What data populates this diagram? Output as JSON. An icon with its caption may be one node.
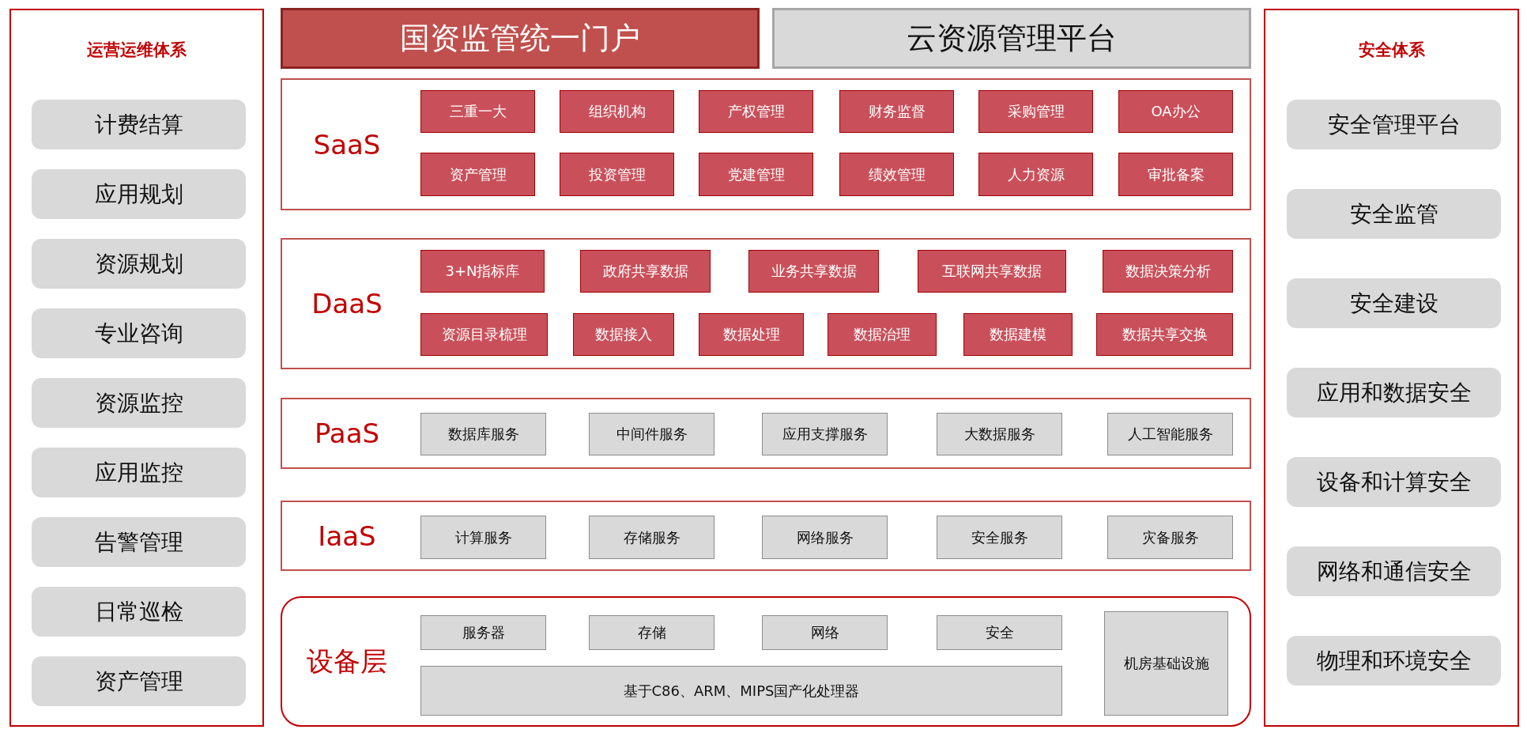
{
  "diagram": {
    "nodes": [
      {
        "text": [
          "运营运维体系"
        ]
      },
      {
        "text": [
          "计费结算"
        ],
        "in": 0
      },
      {
        "text": [
          "应用规划"
        ],
        "in": 0
      },
      {
        "text": [
          "资源规划"
        ],
        "in": 0
      },
      {
        "text": [
          "专业咨询"
        ],
        "in": 0
      },
      {
        "text": [
          "资源监控"
        ],
        "in": 0
      },
      {
        "text": [
          "应用监控"
        ],
        "in": 0
      },
      {
        "text": [
          "告警管理"
        ],
        "in": 0
      },
      {
        "text": [
          "日常巡检"
        ],
        "in": 0
      },
      {
        "text": [
          "资产管理"
        ],
        "in": 0
      },
      {
        "text": [
          "国资监管统一门户"
        ]
      },
      {
        "text": [
          "云资源管理平台"
        ]
      },
      {
        "text": [
          "SaaS"
        ]
      },
      {
        "text": [
          "三重一大"
        ],
        "in": 12
      },
      {
        "text": [
          "组织机构"
        ],
        "in": 12
      },
      {
        "text": [
          "产权管理"
        ],
        "in": 12
      },
      {
        "text": [
          "财务监督"
        ],
        "in": 12
      },
      {
        "text": [
          "采购管理"
        ],
        "in": 12
      },
      {
        "text": [
          "OA办公"
        ],
        "in": 12
      },
      {
        "text": [
          "资产管理"
        ],
        "in": 12
      },
      {
        "text": [
          "投资管理"
        ],
        "in": 12
      },
      {
        "text": [
          "党建管理"
        ],
        "in": 12
      },
      {
        "text": [
          "绩效管理"
        ],
        "in": 12
      },
      {
        "text": [
          "人力资源"
        ],
        "in": 12
      },
      {
        "text": [
          "审批备案"
        ],
        "in": 12
      },
      {
        "text": [
          "DaaS"
        ]
      },
      {
        "text": [
          "3+N指标库"
        ],
        "in": 25
      },
      {
        "text": [
          "政府共享数据"
        ],
        "in": 25
      },
      {
        "text": [
          "业务共享数据"
        ],
        "in": 25
      },
      {
        "text": [
          "互联网共享数据"
        ],
        "in": 25
      },
      {
        "text": [
          "数据决策分析"
        ],
        "in": 25
      },
      {
        "text": [
          "资源目录梳理"
        ],
        "in": 25
      },
      {
        "text": [
          "数据接入"
        ],
        "in": 25
      },
      {
        "text": [
          "数据处理"
        ],
        "in": 25
      },
      {
        "text": [
          "数据治理"
        ],
        "in": 25
      },
      {
        "text": [
          "数据建模"
        ],
        "in": 25
      },
      {
        "text": [
          "数据共享交换"
        ],
        "in": 25
      },
      {
        "text": [
          "PaaS"
        ]
      },
      {
        "text": [
          "数据库服务"
        ],
        "in": 37
      },
      {
        "text": [
          "中间件服务"
        ],
        "in": 37
      },
      {
        "text": [
          "应用支撑服务"
        ],
        "in": 37
      },
      {
        "text": [
          "大数据服务"
        ],
        "in": 37
      },
      {
        "text": [
          "人工智能服务"
        ],
        "in": 37
      },
      {
        "text": [
          "IaaS"
        ]
      },
      {
        "text": [
          "计算服务"
        ],
        "in": 43
      },
      {
        "text": [
          "存储服务"
        ],
        "in": 43
      },
      {
        "text": [
          "网络服务"
        ],
        "in": 43
      },
      {
        "text": [
          "安全服务"
        ],
        "in": 43
      },
      {
        "text": [
          "灾备服务"
        ],
        "in": 43
      },
      {
        "text": [
          "设备层"
        ]
      },
      {
        "text": [
          "服务器"
        ],
        "in": 49
      },
      {
        "text": [
          "存储"
        ],
        "in": 49
      },
      {
        "text": [
          "网络"
        ],
        "in": 49
      },
      {
        "text": [
          "安全"
        ],
        "in": 49
      },
      {
        "text": [
          "基于C86、ARM、MIPS国产化处理器"
        ],
        "in": 49
      },
      {
        "text": [
          "机房基础设施"
        ],
        "in": 49
      },
      {
        "text": [
          "安全体系"
        ]
      },
      {
        "text": [
          "安全管理平台"
        ],
        "in": 56
      },
      {
        "text": [
          "安全监管"
        ],
        "in": 56
      },
      {
        "text": [
          "安全建设"
        ],
        "in": 56
      },
      {
        "text": [
          "应用和数据安全"
        ],
        "in": 56
      },
      {
        "text": [
          "设备和计算安全"
        ],
        "in": 56
      },
      {
        "text": [
          "网络和通信安全"
        ],
        "in": 56
      },
      {
        "text": [
          "物理和环境安全"
        ],
        "in": 56
      }
    ]
  }
}
